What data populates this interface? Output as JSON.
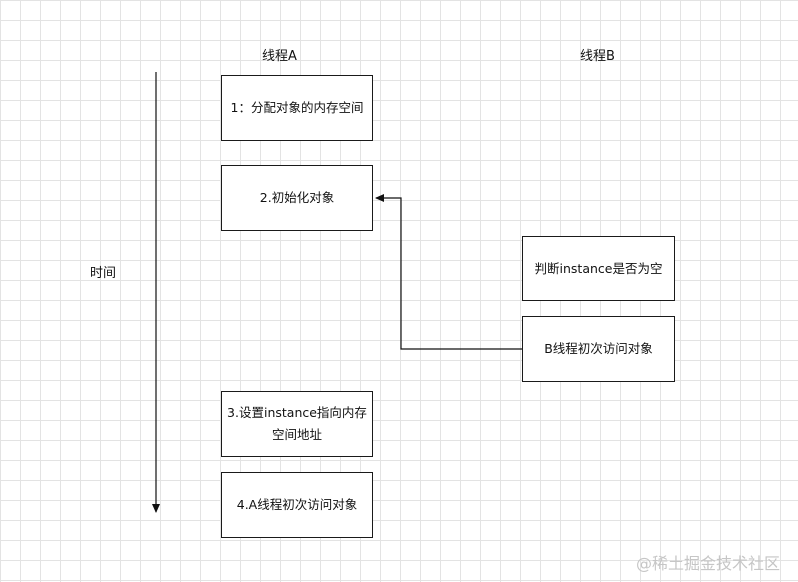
{
  "lanes": {
    "a_title": "线程A",
    "b_title": "线程B"
  },
  "time_label": "时间",
  "nodes": {
    "a1": "1：分配对象的内存空间",
    "a2": "2.初始化对象",
    "a3_line1": "3.设置instance指向内存",
    "a3_line2": "空间地址",
    "a4": "4.A线程初次访问对象",
    "b1": "判断instance是否为空",
    "b2": "B线程初次访问对象"
  },
  "watermark": "@稀土掘金技术社区"
}
